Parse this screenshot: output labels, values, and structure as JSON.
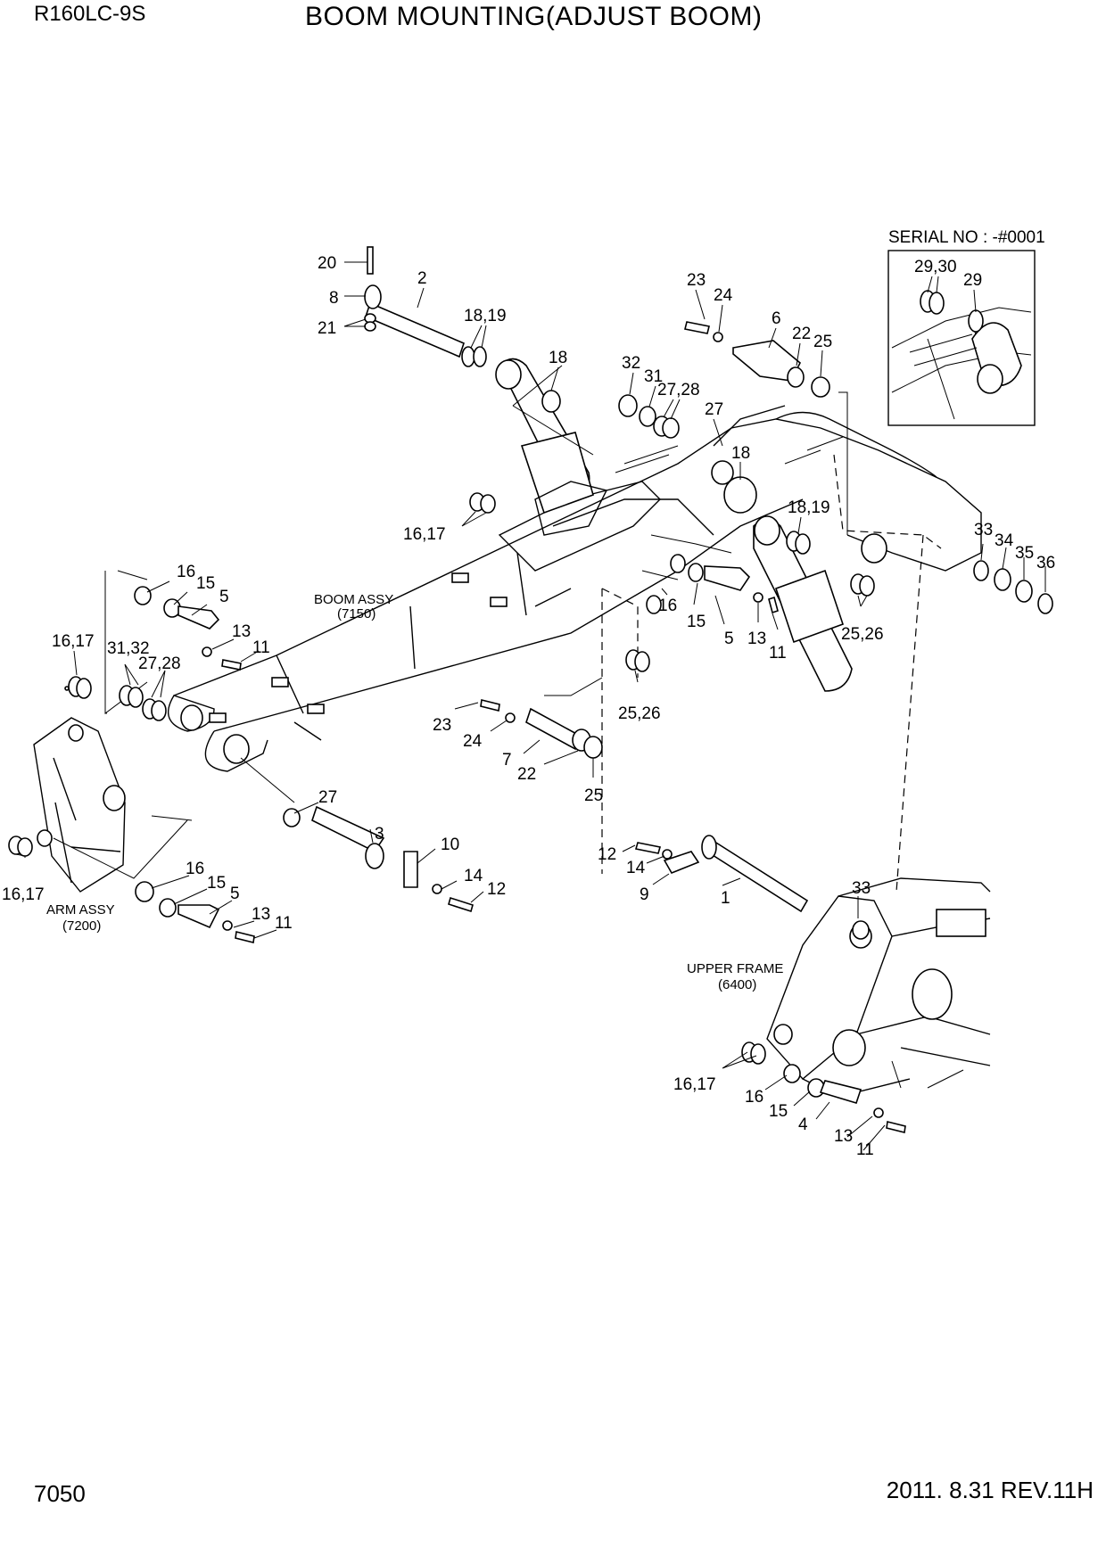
{
  "header": {
    "model": "R160LC-9S",
    "title": "BOOM MOUNTING(ADJUST BOOM)"
  },
  "footer": {
    "page_number": "7050",
    "revision": "2011. 8.31  REV.11H"
  },
  "inset": {
    "caption": "SERIAL NO : -#0001",
    "callouts": [
      "29,30",
      "29"
    ]
  },
  "assemblies": [
    {
      "name": "BOOM ASSY",
      "code": "(7150)"
    },
    {
      "name": "ARM ASSY",
      "code": "(7200)"
    },
    {
      "name": "UPPER FRAME",
      "code": "(6400)"
    }
  ],
  "callouts": [
    "20",
    "8",
    "21",
    "2",
    "18,19",
    "18",
    "23",
    "24",
    "6",
    "22",
    "25",
    "32",
    "31",
    "27,28",
    "27",
    "18",
    "18,19",
    "16,17",
    "16",
    "15",
    "5",
    "13",
    "11",
    "16,17",
    "31,32",
    "27,28",
    "16",
    "15",
    "5",
    "13",
    "11",
    "25,26",
    "33",
    "34",
    "35",
    "36",
    "25,26",
    "23",
    "24",
    "7",
    "22",
    "25",
    "27",
    "3",
    "10",
    "14",
    "12",
    "16,17",
    "16",
    "15",
    "5",
    "13",
    "11",
    "12",
    "14",
    "9",
    "1",
    "33",
    "16,17",
    "16",
    "15",
    "4",
    "13",
    "11"
  ]
}
